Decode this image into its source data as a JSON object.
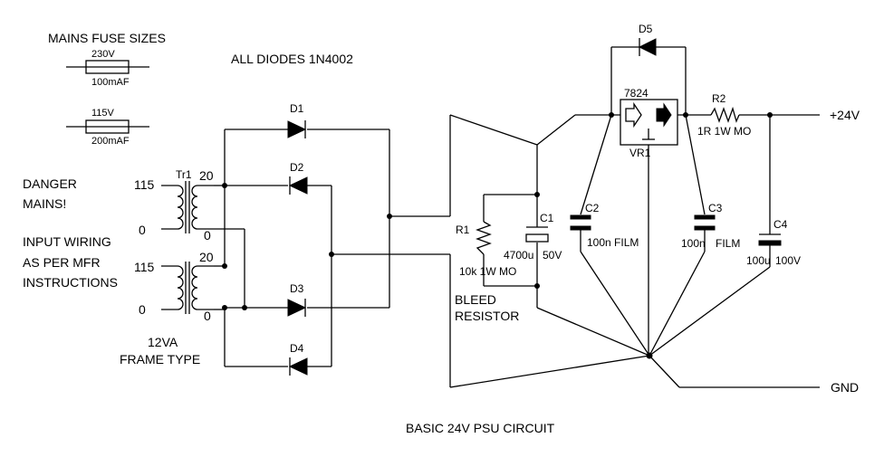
{
  "fuse_panel": {
    "title": "MAINS FUSE SIZES",
    "fuse_230": {
      "voltage": "230V",
      "rating": "100mAF"
    },
    "fuse_115": {
      "voltage": "115V",
      "rating": "200mAF"
    }
  },
  "notes": {
    "all_diodes": "ALL DIODES 1N4002",
    "danger_line1": "DANGER",
    "danger_line2": "MAINS!",
    "wiring_line1": "INPUT WIRING",
    "wiring_line2": "AS PER MFR",
    "wiring_line3": "INSTRUCTIONS",
    "xfmr_line1": "12VA",
    "xfmr_line2": "FRAME TYPE",
    "bleed_line1": "BLEED",
    "bleed_line2": "RESISTOR"
  },
  "transformer": {
    "ref": "Tr1",
    "primary_top_hi": "115",
    "primary_top_lo": "0",
    "primary_bot_hi": "115",
    "primary_bot_lo": "0",
    "secondary_top_hi": "20",
    "secondary_top_lo": "0",
    "secondary_bot_hi": "20",
    "secondary_bot_lo": "0"
  },
  "diodes": {
    "d1": "D1",
    "d2": "D2",
    "d3": "D3",
    "d4": "D4",
    "d5": "D5"
  },
  "regulator": {
    "part": "7824",
    "ref": "VR1"
  },
  "components": {
    "r1": {
      "ref": "R1",
      "value": "10k 1W MO"
    },
    "r2": {
      "ref": "R2",
      "value": "1R 1W MO"
    },
    "c1": {
      "ref": "C1",
      "value": "4700u",
      "voltage": "50V"
    },
    "c2": {
      "ref": "C2",
      "value": "100n FILM"
    },
    "c3": {
      "ref": "C3",
      "value": "100n",
      "type": "FILM"
    },
    "c4": {
      "ref": "C4",
      "value": "100u",
      "voltage": "100V"
    }
  },
  "outputs": {
    "positive": "+24V",
    "ground": "GND"
  },
  "caption": "BASIC 24V PSU CIRCUIT"
}
